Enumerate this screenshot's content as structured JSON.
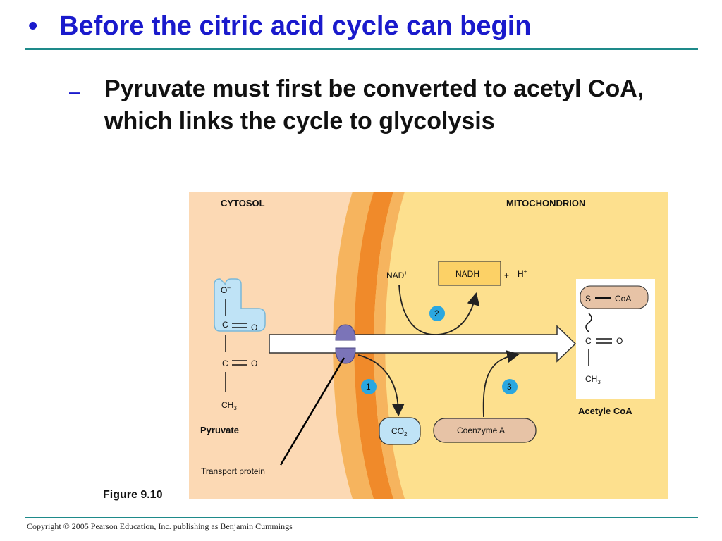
{
  "slide": {
    "bullet": "•",
    "title": "Before the citric acid cycle can begin",
    "sub_dash": "–",
    "sub_text": "Pyruvate must first be converted to acetyl CoA, which links the cycle to glycolysis",
    "figure_label": "Figure 9.10",
    "copyright": "Copyright © 2005 Pearson Education, Inc. publishing as Benjamin Cummings"
  },
  "figure": {
    "cytosol": "CYTOSOL",
    "mitochondrion": "MITOCHONDRION",
    "nad": "NAD",
    "nad_sup": "+",
    "nadh": "NADH",
    "plus": "+",
    "h": "H",
    "h_sup": "+",
    "pyruvate": {
      "o_minus": "O",
      "o_minus_sup": "–",
      "c1": "C",
      "o1": "O",
      "c2": "C",
      "o2": "O",
      "ch": "CH",
      "ch_sub": "3",
      "label": "Pyruvate"
    },
    "acetyl": {
      "s": "S",
      "coa": "CoA",
      "c": "C",
      "o": "O",
      "ch": "CH",
      "ch_sub": "3",
      "label": "Acetyle CoA"
    },
    "step1": "1",
    "step2": "2",
    "step3": "3",
    "co": "CO",
    "co_sub": "2",
    "coenzyme": "Coenzyme A",
    "transport": "Transport protein"
  },
  "colors": {
    "title": "#1a1acc",
    "rule": "#1e8a8a",
    "cytosol_bg": "#fcd9b4",
    "mito_bg": "#fde08e",
    "membrane_outer": "#f6b45e",
    "membrane_inner": "#f08a2a",
    "molecule_blue": "#bfe3f6",
    "step_circle": "#2aa7e0",
    "nadh_box": "#fcd166",
    "coenzyme_box": "#e7c3a6",
    "protein": "#7b74b8"
  }
}
